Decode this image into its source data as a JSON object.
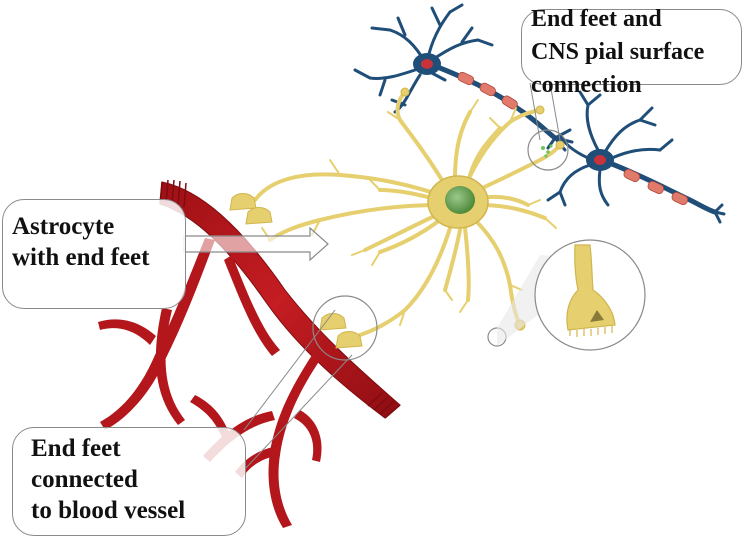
{
  "labels": {
    "astrocyte": [
      "Astrocyte",
      "with end feet"
    ],
    "end_feet_vessel": [
      "End feet",
      "connected",
      "to blood vessel"
    ],
    "cns": [
      "End feet and",
      "CNS pial surface",
      "connection"
    ]
  },
  "colors": {
    "vessel": "#b3161b",
    "vessel_dark": "#7d0c10",
    "astrocyte": "#e6cf6e",
    "astrocyte_outline": "#d1b54d",
    "nucleus": "#6ea35a",
    "neuron": "#1f4e79",
    "neuron_nucleus": "#c8323a",
    "myelin": "#e07a6a",
    "callout_border": "#8a8a8a",
    "text": "#111111"
  }
}
